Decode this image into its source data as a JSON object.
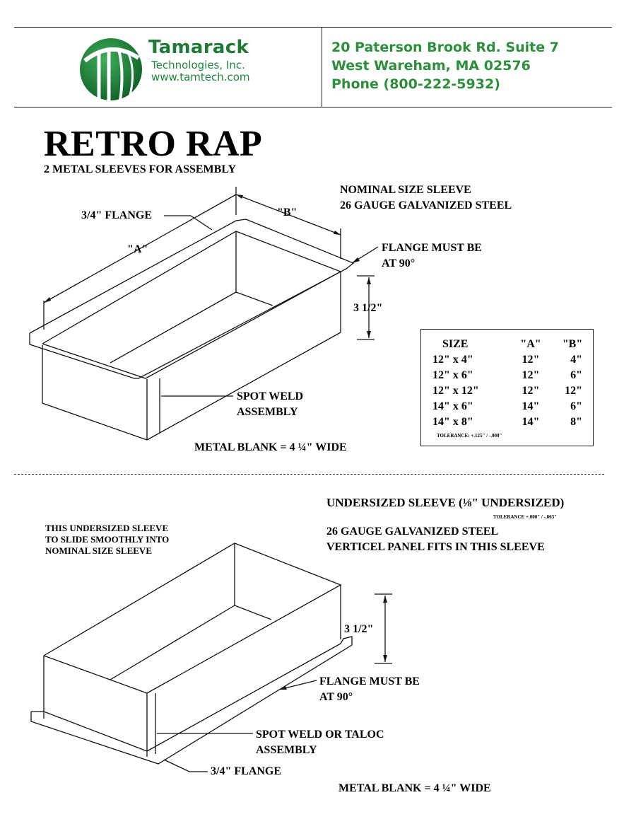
{
  "header": {
    "company_name": "Tamarack",
    "company_sub1": "Technologies, Inc.",
    "company_url": "www.tamtech.com",
    "address_line1": "20 Paterson Brook Rd. Suite 7",
    "address_line2": "West Wareham, MA 02576",
    "phone": "Phone (800-222-5932)",
    "brand_color": "#1e8a3c"
  },
  "title": {
    "main": "RETRO RAP",
    "subtitle": "2 METAL SLEEVES FOR ASSEMBLY"
  },
  "nominal": {
    "heading1": "NOMINAL SIZE SLEEVE",
    "heading2": "26 GAUGE GALVANIZED STEEL",
    "flange_label": "3/4\" FLANGE",
    "dim_b": "\"B\"",
    "dim_a": "\"A\"",
    "flange_note1": "FLANGE MUST BE",
    "flange_note2": "AT 90°",
    "height": "3 1/2\"",
    "spot_weld1": "SPOT WELD",
    "spot_weld2": "ASSEMBLY",
    "metal_blank": "METAL BLANK = 4 ¼\" WIDE"
  },
  "size_table": {
    "headers": [
      "SIZE",
      "\"A\"",
      "\"B\""
    ],
    "rows": [
      [
        "12\" x 4\"",
        "12\"",
        "4\""
      ],
      [
        "12\" x 6\"",
        "12\"",
        "6\""
      ],
      [
        "12\" x 12\"",
        "12\"",
        "12\""
      ],
      [
        "14\" x 6\"",
        "14\"",
        "6\""
      ],
      [
        "14\" x 8\"",
        "14\"",
        "8\""
      ]
    ],
    "tolerance": "TOLERANCE: +.125\" / -.000\""
  },
  "undersized": {
    "heading": "UNDERSIZED SLEEVE (⅛\" UNDERSIZED)",
    "tolerance": "TOLERANCE +.000\" / -.063\"",
    "line2": "26 GAUGE GALVANIZED STEEL",
    "line3": "VERTICEL PANEL FITS IN THIS SLEEVE",
    "note1": "THIS UNDERSIZED SLEEVE",
    "note2": "TO SLIDE SMOOTHLY INTO",
    "note3": "NOMINAL SIZE SLEEVE",
    "height": "3 1/2\"",
    "flange_note1": "FLANGE MUST BE",
    "flange_note2": "AT 90°",
    "spot_weld1": "SPOT WELD OR TALOC",
    "spot_weld2": "ASSEMBLY",
    "flange_label": "3/4\" FLANGE",
    "metal_blank": "METAL BLANK = 4 ¼\" WIDE"
  }
}
